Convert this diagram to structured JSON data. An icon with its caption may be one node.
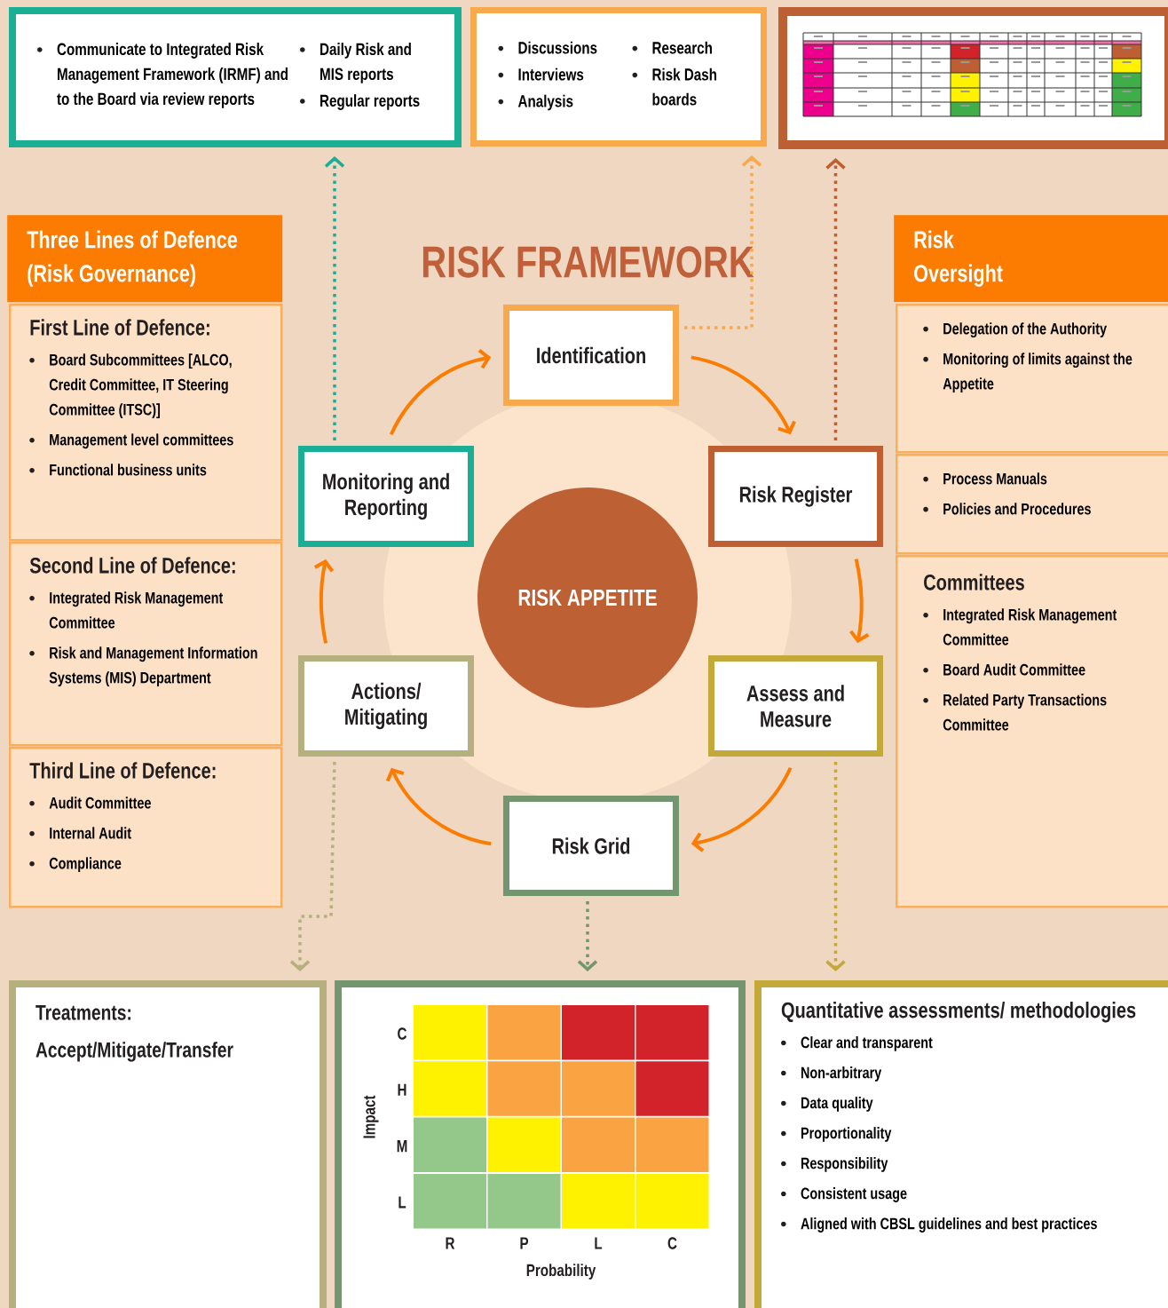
{
  "diagram": {
    "title": "RISK FRAMEWORK",
    "nodes": [
      {
        "text": [
          "Communicate to Integrated Risk Management Framework (IRMF) and to the Board via review reports",
          "Daily Risk and MIS reports",
          "Regular reports"
        ]
      },
      {
        "text": [
          "Discussions",
          "Interviews",
          "Analysis",
          "Research",
          "Risk Dash boards"
        ]
      },
      {
        "text": [],
        "shape": "picture"
      },
      {
        "text": [
          "Three Lines of Defence (Risk Governance)"
        ]
      },
      {
        "text": [
          "First Line of Defence:",
          "Board Subcommittees [ALCO, Credit Committee, IT Steering Committee (ITSC)]",
          "Management level committees",
          "Functional business units"
        ]
      },
      {
        "text": [
          "Second Line of Defence:",
          "Integrated Risk Management Committee",
          "Risk and Management Information Systems (MIS) Department"
        ]
      },
      {
        "text": [
          "Third Line of Defence:",
          "Audit Committee",
          "Internal Audit",
          "Compliance"
        ]
      },
      {
        "text": [
          "Identification"
        ]
      },
      {
        "text": [
          "Monitoring and Reporting"
        ]
      },
      {
        "text": [
          "Risk Register"
        ]
      },
      {
        "text": [
          "RISK APPETITE"
        ]
      },
      {
        "text": [
          "Actions/ Mitigating"
        ]
      },
      {
        "text": [
          "Assess and Measure"
        ]
      },
      {
        "text": [
          "Risk Grid"
        ]
      },
      {
        "text": [
          "Risk Oversight"
        ]
      },
      {
        "text": [
          "Delegation of the Authority",
          "Monitoring of limits against the Appetite"
        ]
      },
      {
        "text": [
          "Process Manuals",
          "Policies and Procedures"
        ]
      },
      {
        "text": [
          "Committees",
          "Integrated Risk Management Committee",
          "Board Audit Committee",
          "Related Party Transactions Committee"
        ]
      },
      {
        "text": [
          "Treatments:",
          "Accept/Mitigate/Transfer"
        ]
      },
      {
        "text": [
          "Impact",
          "C",
          "H",
          "M",
          "L",
          "R",
          "P",
          "L",
          "C",
          "Probability"
        ]
      },
      {
        "text": [
          "Quantitative assessments/ methodologies",
          "Clear and transparent",
          "Non-arbitrary",
          "Data quality",
          "Proportionality",
          "Responsibility",
          "Consistent usage",
          "Aligned with CBSL guidelines and best practices"
        ]
      }
    ],
    "edges": [
      {
        "from": 8,
        "to": 7,
        "arrow": "to"
      },
      {
        "from": 7,
        "to": 9,
        "arrow": "to"
      },
      {
        "from": 9,
        "to": 12,
        "arrow": "to"
      },
      {
        "from": 12,
        "to": 13,
        "arrow": "to"
      },
      {
        "from": 13,
        "to": 11,
        "arrow": "to"
      },
      {
        "from": 11,
        "to": 8,
        "arrow": "to"
      },
      {
        "from": 8,
        "to": 0,
        "arrow": "to",
        "style": "dashed",
        "color": "#1aaf95"
      },
      {
        "from": 7,
        "to": 1,
        "arrow": "to",
        "style": "dashed",
        "color": "#f8a94b"
      },
      {
        "from": 9,
        "to": 2,
        "arrow": "to",
        "style": "dashed",
        "color": "#bd5f33"
      },
      {
        "from": 11,
        "to": 18,
        "arrow": "to",
        "style": "dashed",
        "color": "#b5b07e"
      },
      {
        "from": 13,
        "to": 19,
        "arrow": "to",
        "style": "dashed",
        "color": "#73956f"
      },
      {
        "from": 12,
        "to": 20,
        "arrow": "to",
        "style": "dashed",
        "color": "#c3a83a"
      }
    ]
  }
}
